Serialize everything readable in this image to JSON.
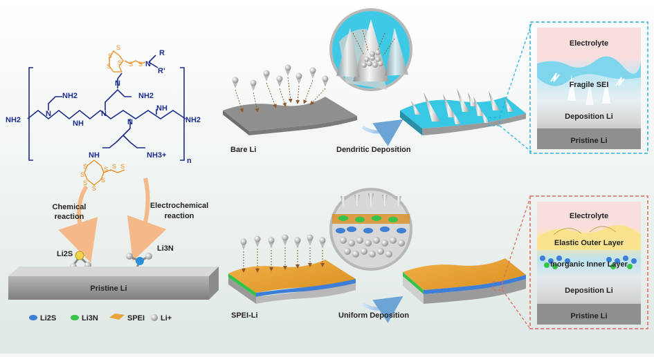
{
  "polymer": {
    "nh2_left": "NH2",
    "nh2_right": "NH2",
    "nh2_top1": "NH2",
    "nh2_top2": "NH2",
    "nh_center": "NH",
    "nh_right": "NH",
    "nh3": "NH3+",
    "nh_bottom": "NH",
    "n1": "N",
    "n2": "N",
    "n3": "N",
    "n4": "N",
    "n_ra": "N",
    "r": "R",
    "r_prime": "R'",
    "subscript_n": "n",
    "sulfur": "S"
  },
  "reactions": {
    "chemical": [
      "Chemical",
      "reaction"
    ],
    "electrochemical": [
      "Electrochemical",
      "reaction"
    ],
    "li2s": "Li2S",
    "li3n": "Li3N",
    "pristine_li": "Pristine Li"
  },
  "legend": {
    "items": [
      "Li2S",
      "Li3N",
      "SPEI",
      "Li+"
    ]
  },
  "top_row": {
    "bare_li": "Bare Li",
    "dendritic": "Dendritic Deposition",
    "layers": [
      "Electrolyte",
      "Fragile SEI",
      "Deposition Li",
      "Pristine Li"
    ]
  },
  "bottom_row": {
    "spei_li": "SPEI-Li",
    "uniform": "Uniform Deposition",
    "layers": [
      "Electrolyte",
      "Elastic Outer Layer",
      "Inorganic Inner Layer",
      "Deposition Li",
      "Pristine Li"
    ]
  },
  "colors": {
    "polymer": "#1c2a8c",
    "sulfur": "#e88a1a",
    "spei": "#e9a53b",
    "electrolyte_box": "#f7dada",
    "sei_top": "#33c8e8",
    "li2s": "#3d7fd6",
    "li3n": "#37c34a",
    "dash_top": "#2bb0d9",
    "dash_bottom": "#e0685c"
  }
}
